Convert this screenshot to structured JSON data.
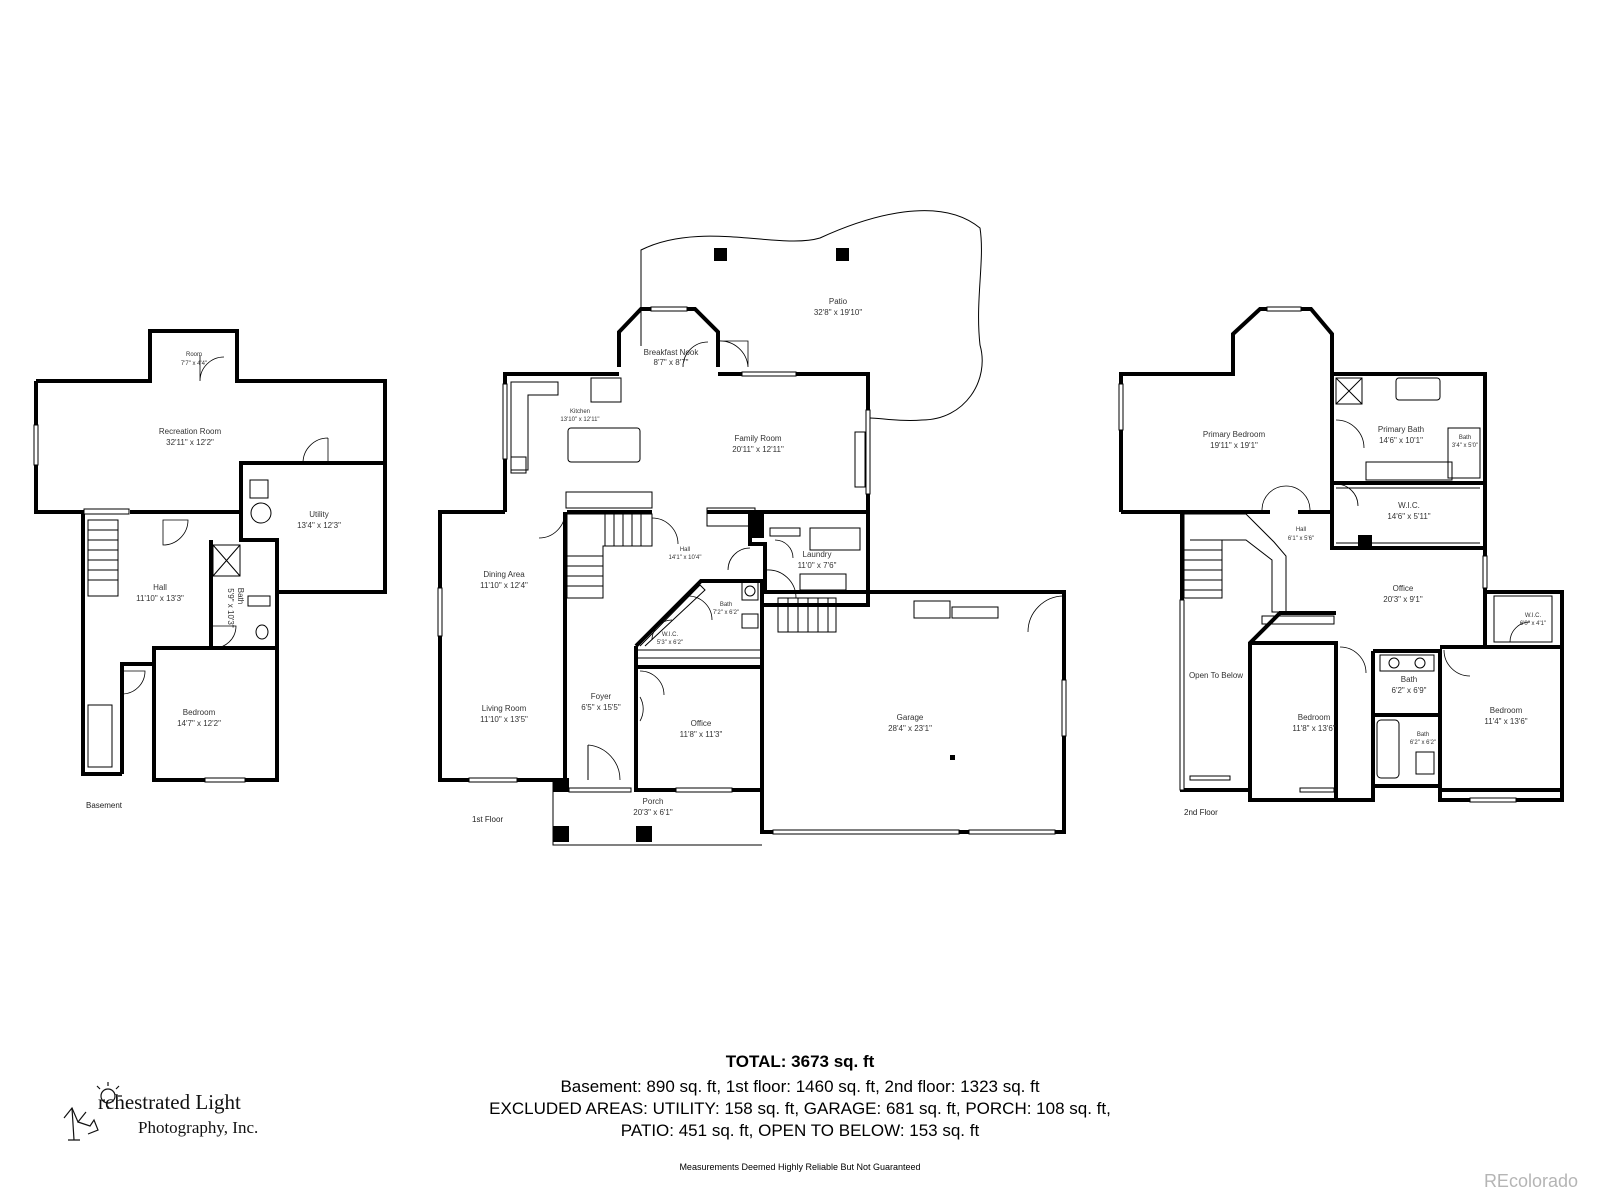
{
  "floors": {
    "basement": "Basement",
    "first": "1st Floor",
    "second": "2nd Floor"
  },
  "rooms": {
    "b_room": {
      "name": "Room",
      "dim": "7'7\" x 4'4\""
    },
    "b_rec": {
      "name": "Recreation Room",
      "dim": "32'11\" x 12'2\""
    },
    "b_utility": {
      "name": "Utility",
      "dim": "13'4\" x 12'3\""
    },
    "b_hall": {
      "name": "Hall",
      "dim": "11'10\" x 13'3\""
    },
    "b_bath": {
      "name": "Bath",
      "dim": "5'9\" x 10'3\""
    },
    "b_bed": {
      "name": "Bedroom",
      "dim": "14'7\" x 12'2\""
    },
    "f_patio": {
      "name": "Patio",
      "dim": "32'8\" x 19'10\""
    },
    "f_nook": {
      "name": "Breakfast Nook",
      "dim": "8'7\" x 8'7\""
    },
    "f_kitchen": {
      "name": "Kitchen",
      "dim": "13'10\" x 12'11\""
    },
    "f_family": {
      "name": "Family Room",
      "dim": "20'11\" x 12'11\""
    },
    "f_hall": {
      "name": "Hall",
      "dim": "14'1\" x 10'4\""
    },
    "f_laundry": {
      "name": "Laundry",
      "dim": "11'0\" x 7'6\""
    },
    "f_dining": {
      "name": "Dining Area",
      "dim": "11'10\" x 12'4\""
    },
    "f_living": {
      "name": "Living Room",
      "dim": "11'10\" x 13'5\""
    },
    "f_bath": {
      "name": "Bath",
      "dim": "7'2\" x 6'2\""
    },
    "f_wic": {
      "name": "W.I.C.",
      "dim": "5'3\" x 6'2\""
    },
    "f_foyer": {
      "name": "Foyer",
      "dim": "6'5\" x 15'5\""
    },
    "f_office": {
      "name": "Office",
      "dim": "11'8\" x 11'3\""
    },
    "f_garage": {
      "name": "Garage",
      "dim": "28'4\" x 23'1\""
    },
    "f_porch": {
      "name": "Porch",
      "dim": "20'3\" x 6'1\""
    },
    "s_primary_bed": {
      "name": "Primary Bedroom",
      "dim": "19'11\" x 19'1\""
    },
    "s_primary_bath": {
      "name": "Primary Bath",
      "dim": "14'6\" x 10'1\""
    },
    "s_bath_small": {
      "name": "Bath",
      "dim": "3'4\" x 5'0\""
    },
    "s_wic": {
      "name": "W.I.C.",
      "dim": "14'6\" x 5'11\""
    },
    "s_hall": {
      "name": "Hall",
      "dim": "6'1\" x 5'6\""
    },
    "s_office": {
      "name": "Office",
      "dim": "20'3\" x 9'1\""
    },
    "s_wic2": {
      "name": "W.I.C.",
      "dim": "6'0\" x 4'1\""
    },
    "s_open": {
      "name": "Open To Below",
      "dim": ""
    },
    "s_bath_mid": {
      "name": "Bath",
      "dim": "6'2\" x 6'9\""
    },
    "s_bath_lower": {
      "name": "Bath",
      "dim": "6'2\" x 6'2\""
    },
    "s_bed_left": {
      "name": "Bedroom",
      "dim": "11'8\" x 13'6\""
    },
    "s_bed_right": {
      "name": "Bedroom",
      "dim": "11'4\" x 13'6\""
    }
  },
  "summary": {
    "total": "TOTAL: 3673 sq. ft",
    "line1": "Basement: 890 sq. ft, 1st floor: 1460 sq. ft, 2nd floor: 1323 sq. ft",
    "line2": "EXCLUDED AREAS: UTILITY: 158 sq. ft, GARAGE: 681 sq. ft, PORCH: 108 sq. ft,",
    "line3": "PATIO: 451 sq. ft, OPEN TO BELOW: 153 sq. ft",
    "disclaimer": "Measurements Deemed Highly Reliable But Not Guaranteed"
  },
  "branding": {
    "logo_name": "rchestrated Light",
    "logo_sub": "Photography, Inc.",
    "watermark": "REcolorado"
  }
}
